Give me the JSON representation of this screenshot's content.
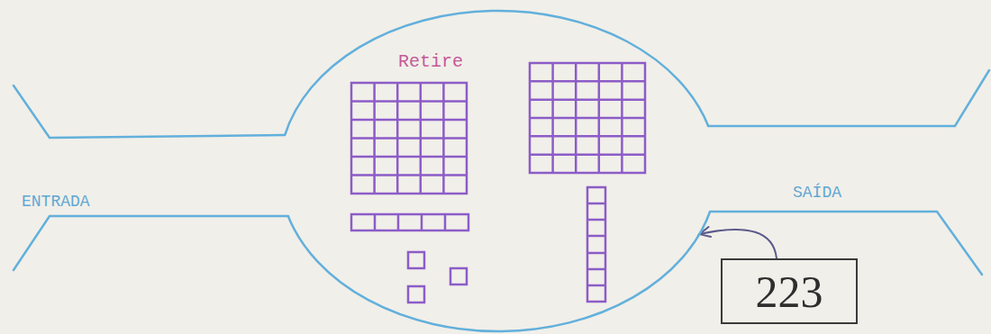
{
  "diagram": {
    "nodes": [
      {
        "text": [
          "Retire"
        ]
      },
      {
        "text": [
          "223"
        ]
      }
    ],
    "edges": [
      {
        "from": 1,
        "to": 0,
        "arrow": "to"
      }
    ],
    "labels": [
      "ENTRADA",
      "SAÍDA"
    ]
  }
}
